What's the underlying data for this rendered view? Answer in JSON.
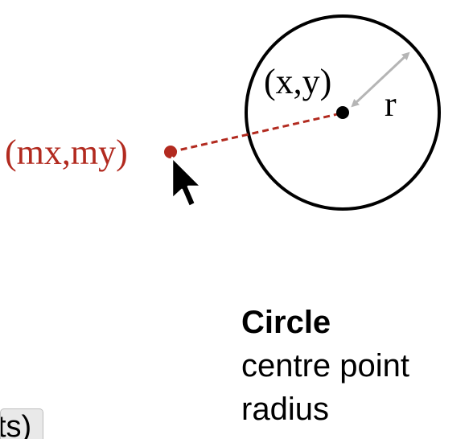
{
  "diagram": {
    "centre_label": "(x,y)",
    "radius_label": "r",
    "mouse_label": "(mx,my)",
    "colors": {
      "outline": "#000000",
      "mouse": "#b22a1f",
      "radius_arrow": "#b5b5b5"
    }
  },
  "description": {
    "title": "Circle",
    "line1": "centre point",
    "line2": "radius"
  },
  "partial_label": "ts)"
}
